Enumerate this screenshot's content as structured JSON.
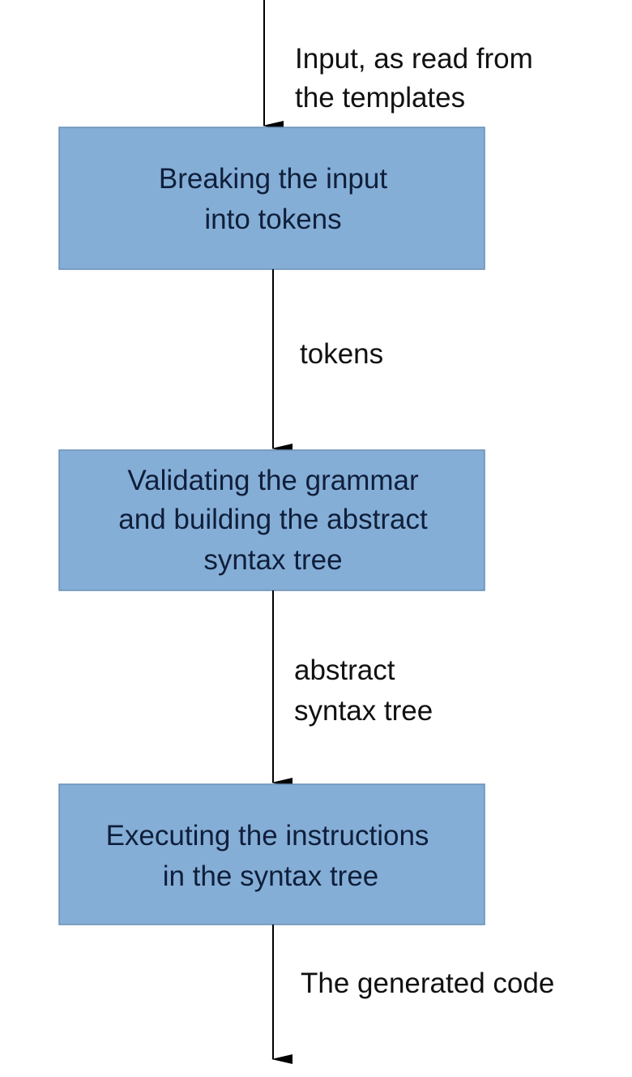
{
  "colors": {
    "box_fill": "#85aed7",
    "box_text": "#0f1f3a",
    "arrow": "#000000"
  },
  "flow": {
    "input_label": [
      "Input, as read from",
      "the templates"
    ],
    "steps": [
      {
        "lines": [
          "Breaking the input",
          "into tokens"
        ]
      },
      {
        "lines": [
          "Validating the grammar",
          "and building the abstract",
          "syntax tree"
        ]
      },
      {
        "lines": [
          "Executing the instructions",
          "in the syntax tree"
        ]
      }
    ],
    "edges": [
      {
        "lines": [
          "tokens"
        ]
      },
      {
        "lines": [
          "abstract",
          "syntax tree"
        ]
      }
    ],
    "output_label": [
      "The generated code"
    ]
  }
}
